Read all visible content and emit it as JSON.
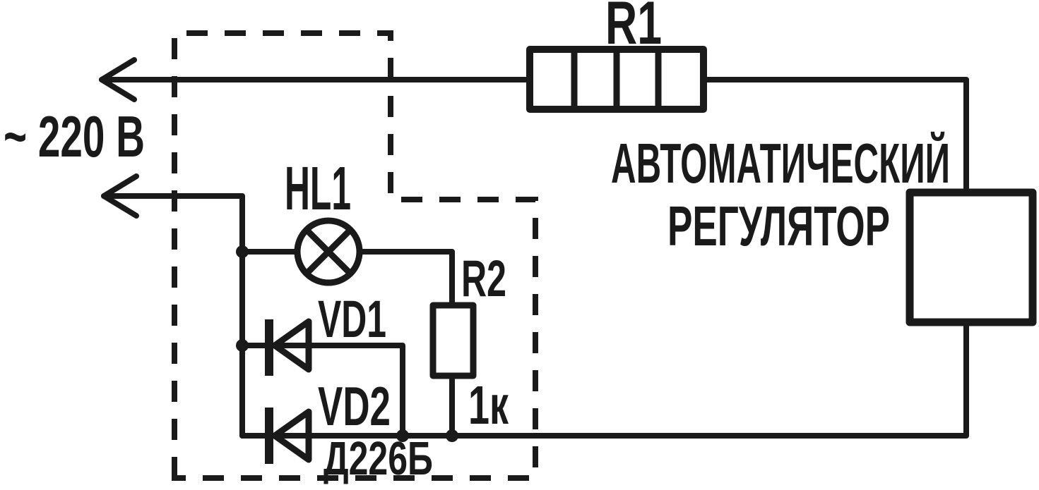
{
  "diagram": {
    "background": "#ffffff",
    "ink_color": "#1a1a1a",
    "labels": {
      "supply_voltage": "~ 220 В",
      "resistor_r1": "R1",
      "lamp_hl1": "HL1",
      "diode_vd1": "VD1",
      "diode_vd2": "VD2",
      "resistor_r2": "R2",
      "resistor_r2_value": "1к",
      "diode_type": "Д226Б",
      "regulator_name_line1": "АВТОМАТИЧЕСКИЙ",
      "regulator_name_line2": "РЕГУЛЯТОР"
    }
  }
}
